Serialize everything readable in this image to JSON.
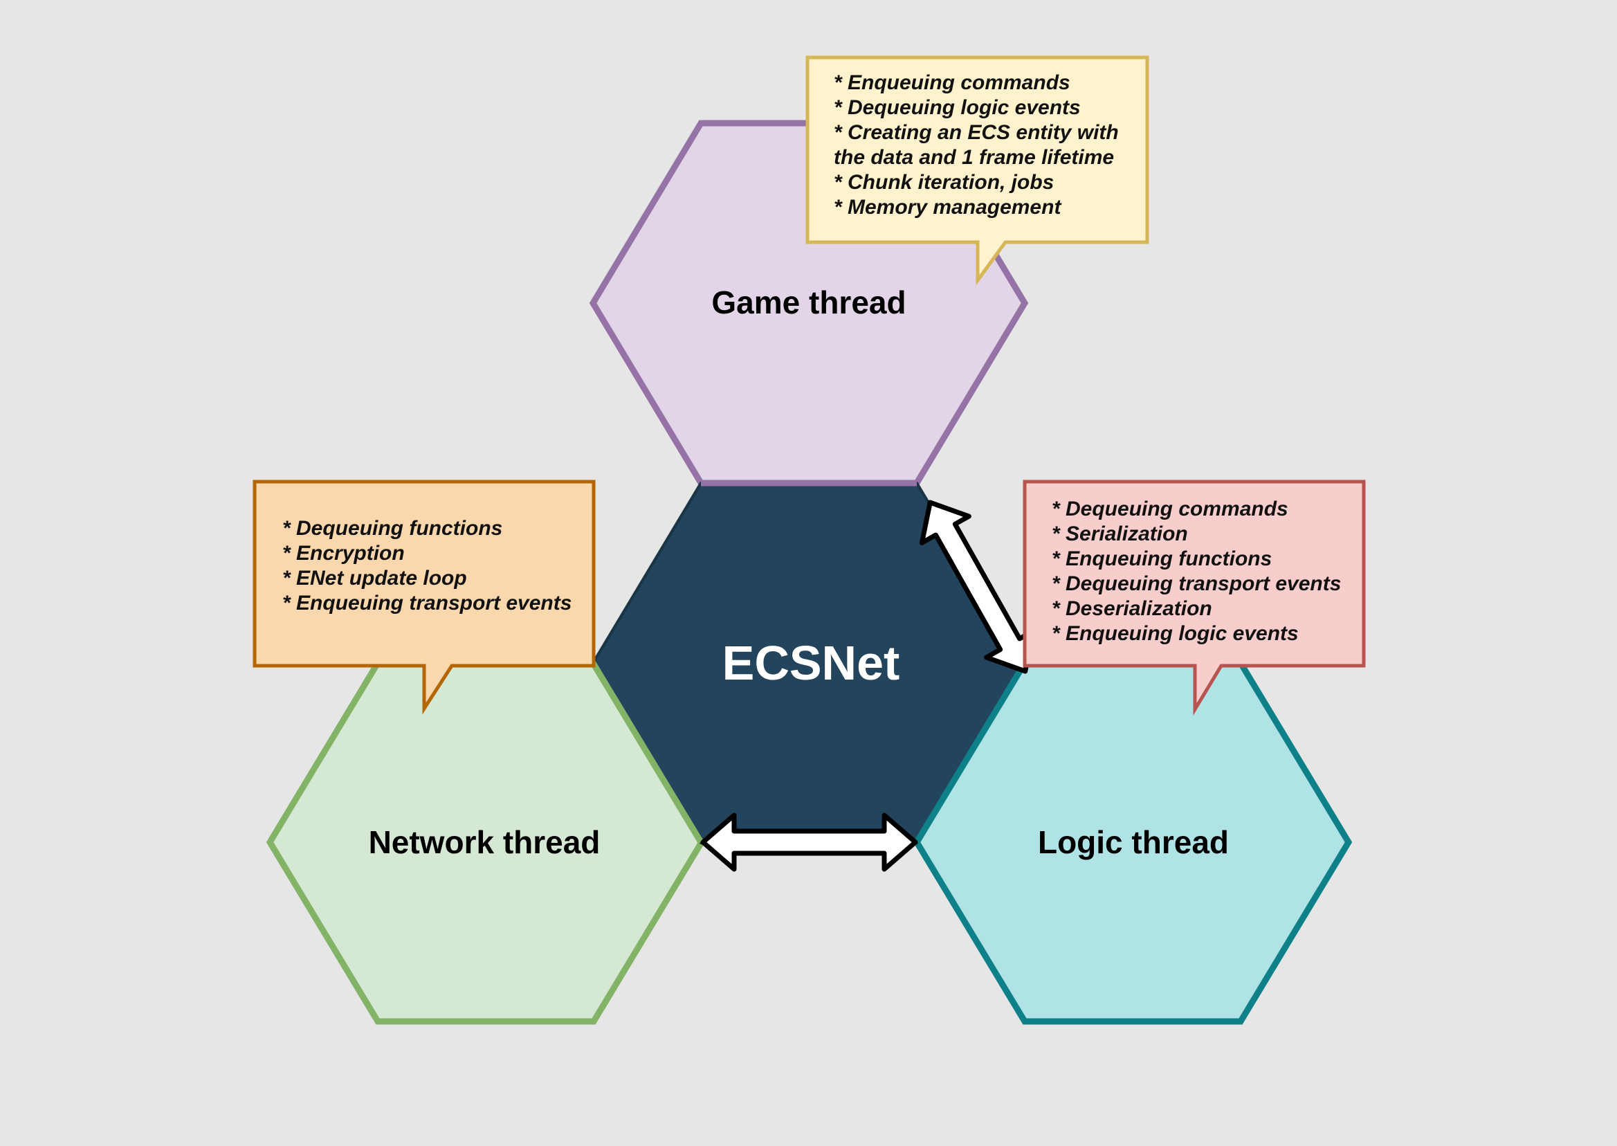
{
  "center": {
    "label": "ECSNet"
  },
  "threads": {
    "game": {
      "label": "Game thread"
    },
    "network": {
      "label": "Network thread"
    },
    "logic": {
      "label": "Logic thread"
    }
  },
  "notes": {
    "game": {
      "lines": [
        "* Enqueuing commands",
        "* Dequeuing logic events",
        "* Creating an ECS entity with",
        "the data and 1 frame lifetime",
        "* Chunk iteration, jobs",
        "* Memory management"
      ]
    },
    "network": {
      "lines": [
        "* Dequeuing functions",
        "* Encryption",
        "* ENet update loop",
        "* Enqueuing transport events"
      ]
    },
    "logic": {
      "lines": [
        "* Dequeuing commands",
        "* Serialization",
        "* Enqueuing functions",
        "* Dequeuing transport events",
        "* Deserialization",
        "* Enqueuing logic events"
      ]
    }
  },
  "colors": {
    "background": "#e6e6e6",
    "center_fill": "#23445d",
    "game_fill": "#e1d5e7",
    "game_stroke": "#9673a6",
    "network_fill": "#d5e8d4",
    "network_stroke": "#82b366",
    "logic_fill": "#b0e3e6",
    "logic_stroke": "#0e8088",
    "note_game_fill": "#fff2cc",
    "note_game_stroke": "#d6b656",
    "note_network_fill": "#fad7ac",
    "note_network_stroke": "#b46504",
    "note_logic_fill": "#f8cecc",
    "note_logic_stroke": "#b85450"
  }
}
